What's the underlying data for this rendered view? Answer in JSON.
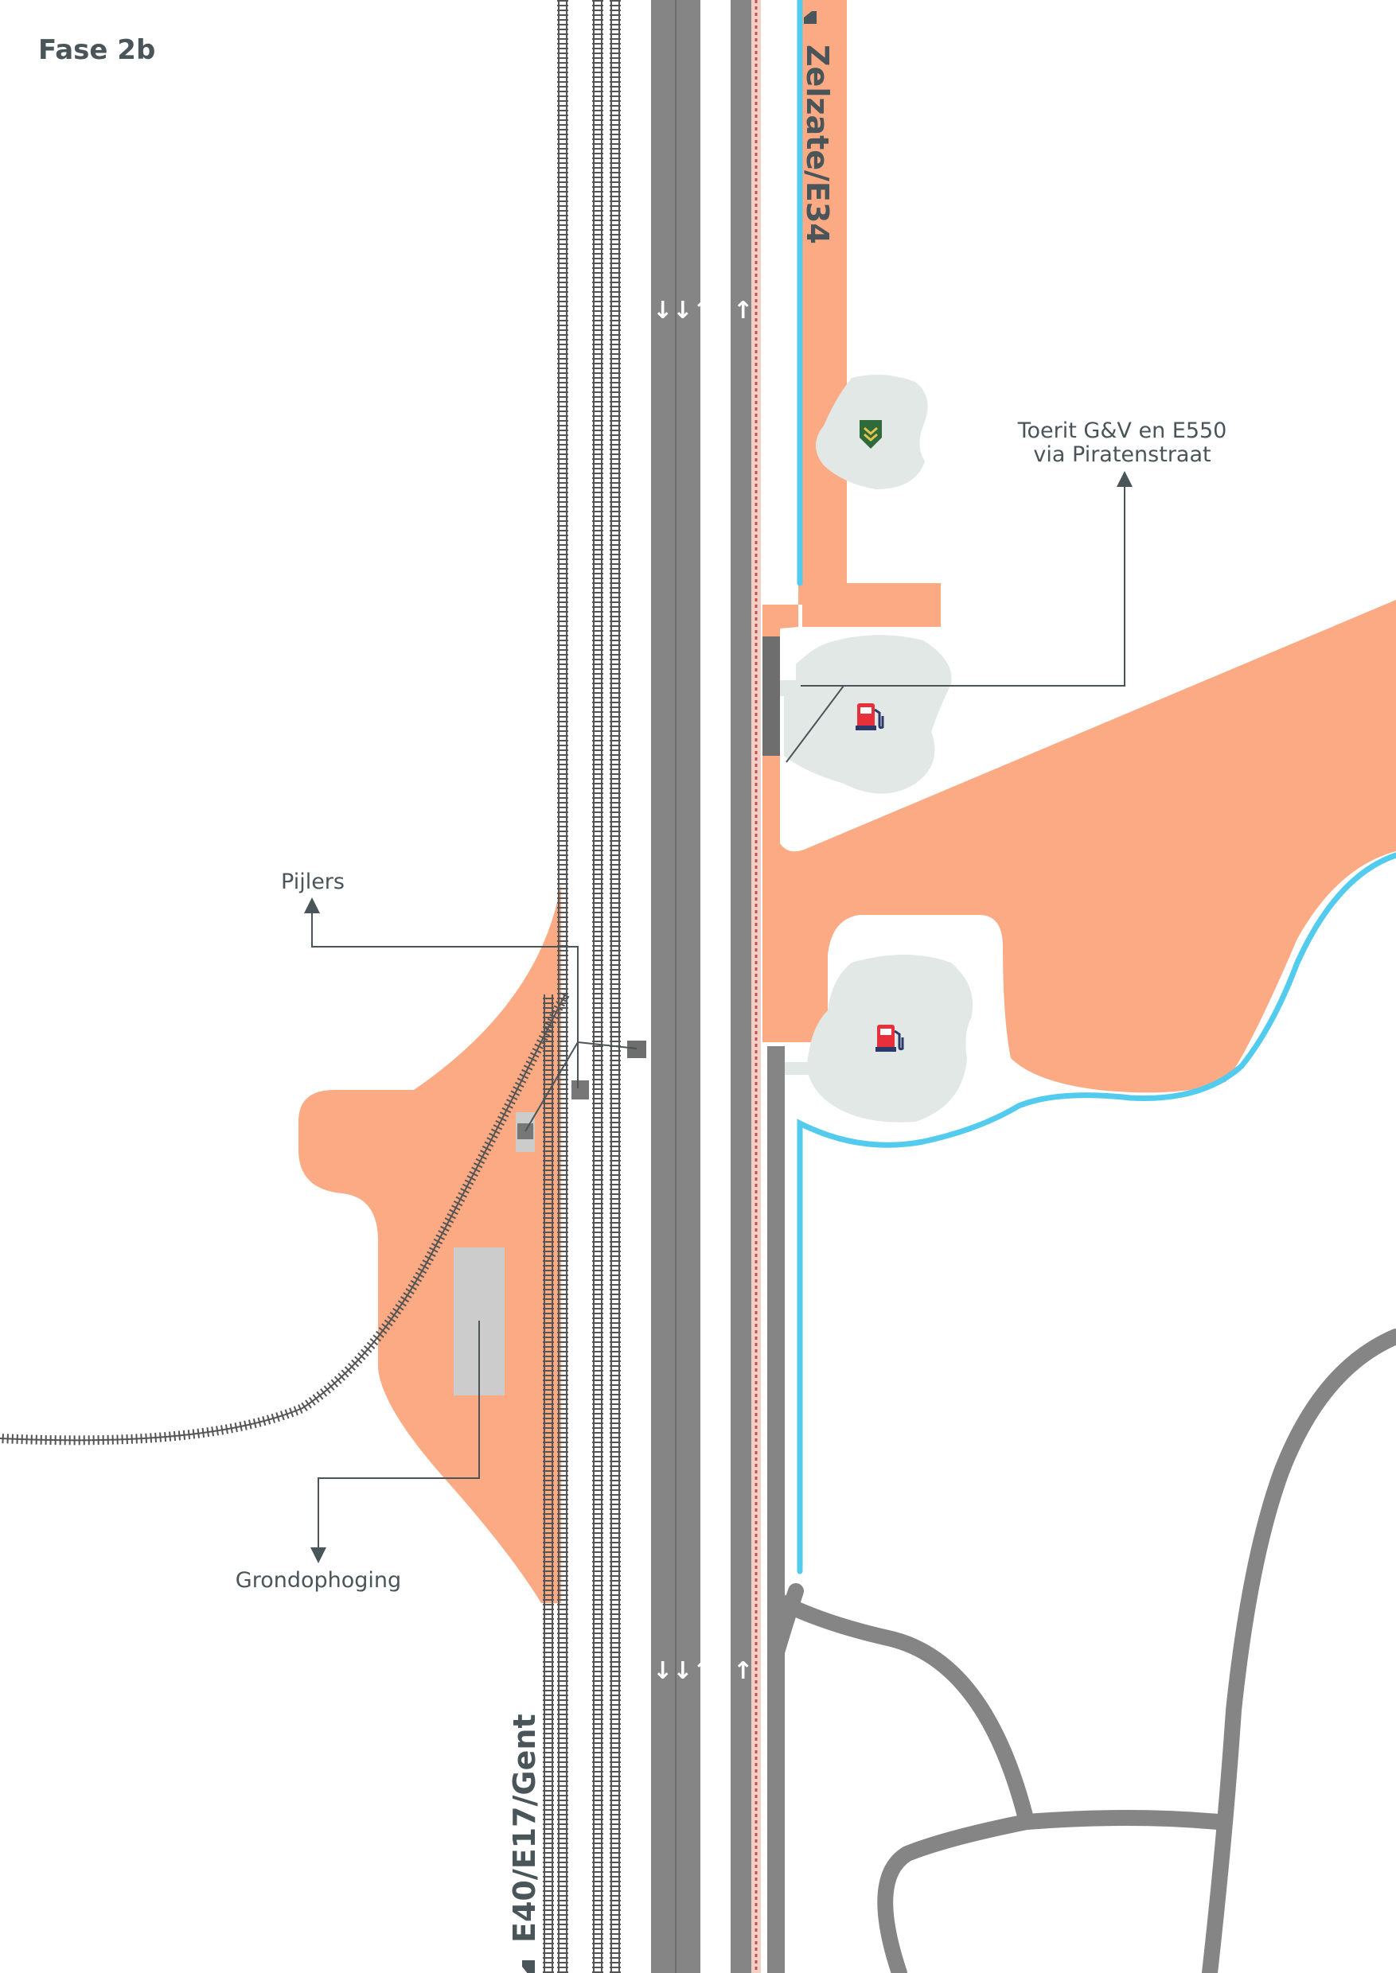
{
  "map": {
    "title": "Fase 2b",
    "road_labels": {
      "north": "Zelzate/E34",
      "south": "E40/E17/Gent"
    },
    "annotations": {
      "access": [
        "Toerit G&V en E550",
        "via Piratenstraat"
      ],
      "pillars": "Pijlers",
      "ground_raise": "Grondophoging"
    },
    "lane_arrows": {
      "main": "↓↓↑",
      "side": "↑"
    },
    "icons": [
      "fuel-station-icon",
      "fuel-station-icon",
      "police-badge-icon"
    ],
    "colors": {
      "work_zone": "#fcaa84",
      "road": "#858585",
      "water": "#53cbee",
      "service_area": "#e2e8e6",
      "rail": "#555555",
      "bridge_pad": "#cccccc",
      "fuel": "#e8303c",
      "badge": "#2f6b3a",
      "leader_line": "#4a5559"
    }
  }
}
